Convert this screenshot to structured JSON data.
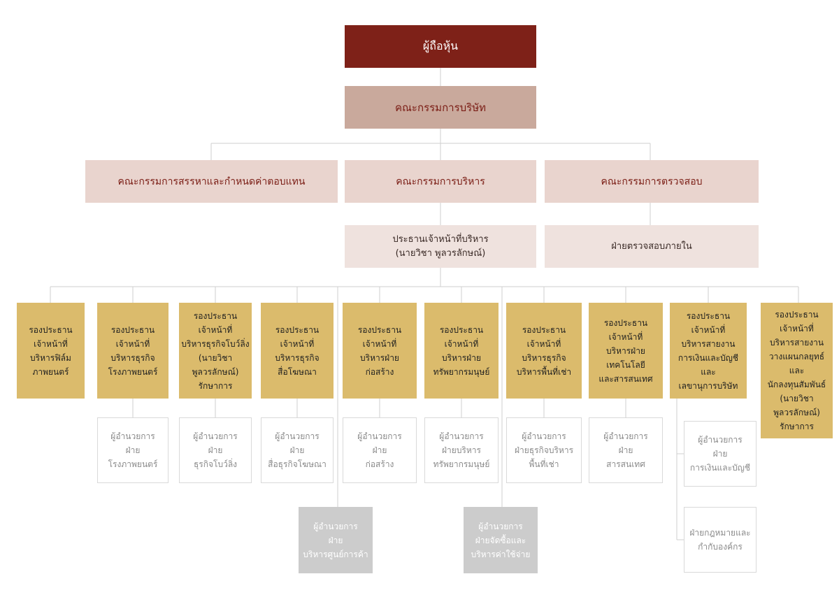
{
  "shareholders": "ผู้ถือหุ้น",
  "board": "คณะกรรมการบริษัท",
  "committees": {
    "nomination": "คณะกรรมการสรรหาและกำหนดค่าตอบแทน",
    "executive": "คณะกรรมการบริหาร",
    "audit": "คณะกรรมการตรวจสอบ"
  },
  "ceo": "ประธานเจ้าหน้าที่บริหาร\n(นายวิชา พูลวรลักษณ์)",
  "internal_audit": "ฝ่ายตรวจสอบภายใน",
  "vice_presidents": [
    "รองประธาน\nเจ้าหน้าที่\nบริหารฟิล์ม\nภาพยนตร์",
    "รองประธาน\nเจ้าหน้าที่\nบริหารธุรกิจ\nโรงภาพยนตร์",
    "รองประธาน\nเจ้าหน้าที่\nบริหารธุรกิจโบว์ลิ่ง\n(นายวิชา\nพูลวรลักษณ์)\nรักษาการ",
    "รองประธาน\nเจ้าหน้าที่\nบริหารธุรกิจ\nสื่อโฆษณา",
    "รองประธาน\nเจ้าหน้าที่\nบริหารฝ่าย\nก่อสร้าง",
    "รองประธาน\nเจ้าหน้าที่\nบริหารฝ่าย\nทรัพยากรมนุษย์",
    "รองประธาน\nเจ้าหน้าที่\nบริหารธุรกิจ\nบริหารพื้นที่เช่า",
    "รองประธาน\nเจ้าหน้าที่\nบริหารฝ่าย\nเทคโนโลยี\nและสารสนเทศ",
    "รองประธาน\nเจ้าหน้าที่\nบริหารสายงาน\nการเงินและบัญชี\nและ\nเลขานุการบริษัท",
    "รองประธาน\nเจ้าหน้าที่\nบริหารสายงาน\nวางแผนกลยุทธ์และ\nนักลงทุนสัมพันธ์\n(นายวิชา\nพูลวรลักษณ์)\nรักษาการ"
  ],
  "directors": [
    "ผู้อำนวยการ\nฝ่าย\nโรงภาพยนตร์",
    "ผู้อำนวยการ\nฝ่าย\nธุรกิจโบว์ลิ่ง",
    "ผู้อำนวยการ\nฝ่าย\nสื่อธุรกิจโฆษณา",
    "ผู้อำนวยการ\nฝ่าย\nก่อสร้าง",
    "ผู้อำนวยการ\nฝ่ายบริหาร\nทรัพยากรมนุษย์",
    "ผู้อำนวยการ\nฝ่ายธุรกิจบริหาร\nพื้นที่เช่า",
    "ผู้อำนวยการ\nฝ่าย\nสารสนเทศ",
    "ผู้อำนวยการ\nฝ่าย\nการเงินและบัญชี",
    "ฝ่ายกฎหมายและ\nกำกับองค์กร"
  ],
  "ceo_direct_directors": [
    "ผู้อำนวยการ\nฝ่าย\nบริหารศูนย์การค้า",
    "ผู้อำนวยการ\nฝ่ายจัดซื้อและ\nบริหารค่าใช้จ่าย"
  ],
  "colors": {
    "shareholders": "#7e2118",
    "board": "#c9a99c",
    "committees": "#e9d4ce",
    "management": "#efe2de",
    "vice_presidents": "#dbbb6c",
    "directors_border": "#d9d9d9",
    "ceo_direct_directors": "#cccccc",
    "connector": "#cfcfcf"
  }
}
